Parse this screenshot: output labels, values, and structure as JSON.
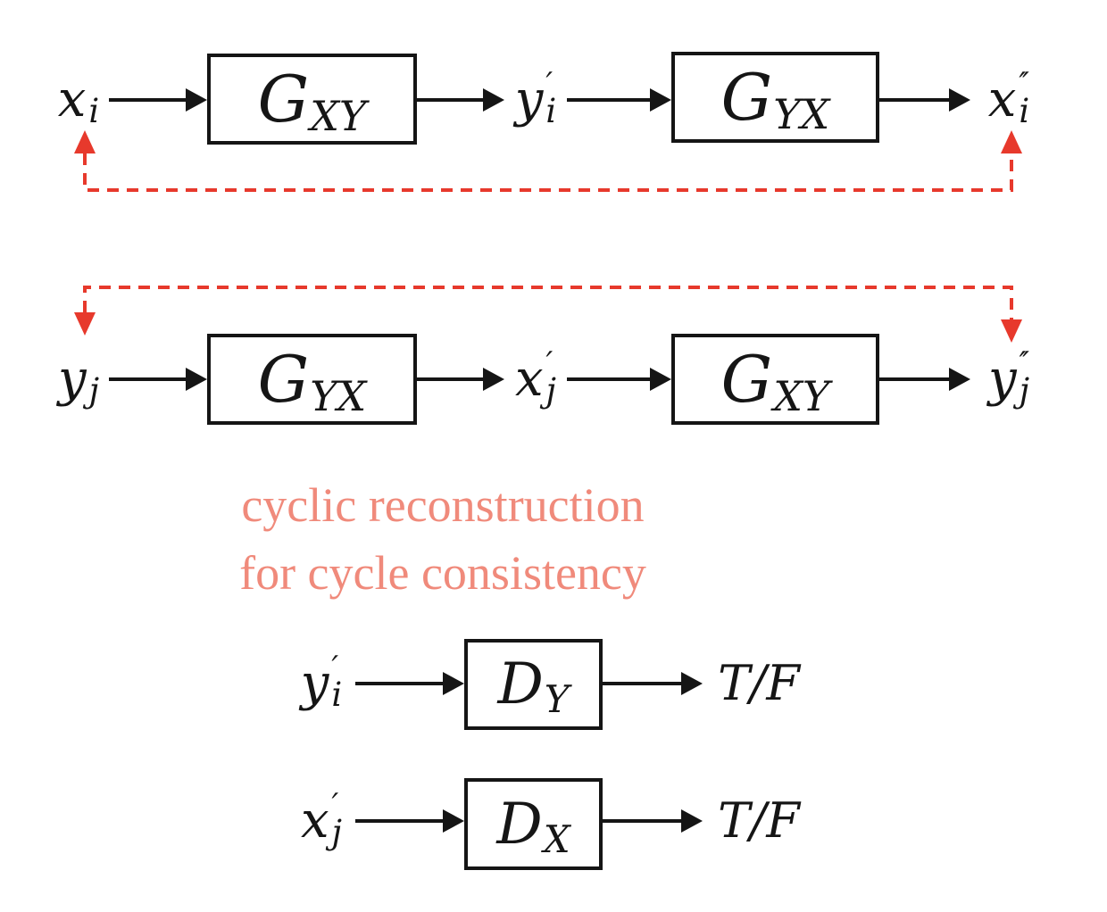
{
  "colors": {
    "ink": "#151515",
    "red": "#e7392c",
    "salmon": "#f08a7b"
  },
  "caption": {
    "line1": "cyclic reconstruction",
    "line2": "for cycle consistency"
  },
  "rows": {
    "cycle_x": {
      "input": {
        "main": "x",
        "sub": "i",
        "primes": ""
      },
      "gen1": {
        "main": "G",
        "sub": "XY"
      },
      "mid": {
        "main": "y",
        "sub": "i",
        "primes": "′"
      },
      "gen2": {
        "main": "G",
        "sub": "YX"
      },
      "output": {
        "main": "x",
        "sub": "i",
        "primes": "′′"
      }
    },
    "cycle_y": {
      "input": {
        "main": "y",
        "sub": "j",
        "primes": ""
      },
      "gen1": {
        "main": "G",
        "sub": "YX"
      },
      "mid": {
        "main": "x",
        "sub": "j",
        "primes": "′"
      },
      "gen2": {
        "main": "G",
        "sub": "XY"
      },
      "output": {
        "main": "y",
        "sub": "j",
        "primes": "′′"
      }
    },
    "disc_y": {
      "input": {
        "main": "y",
        "sub": "i",
        "primes": "′"
      },
      "disc": {
        "main": "D",
        "sub": "Y"
      },
      "output": {
        "main": "T/F"
      }
    },
    "disc_x": {
      "input": {
        "main": "x",
        "sub": "j",
        "primes": "′"
      },
      "disc": {
        "main": "D",
        "sub": "X"
      },
      "output": {
        "main": "T/F"
      }
    }
  }
}
